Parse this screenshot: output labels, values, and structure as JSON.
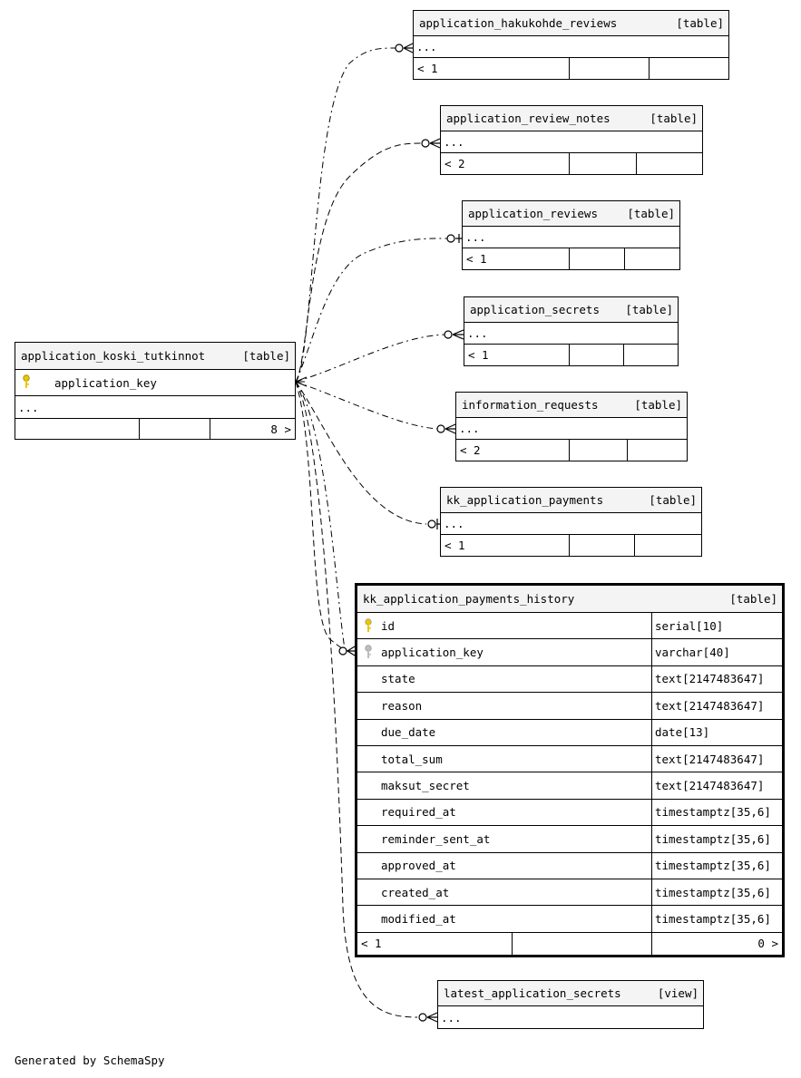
{
  "tables": {
    "koski": {
      "name": "application_koski_tutkinnot",
      "kind": "[table]",
      "key_column": "application_key",
      "more": "...",
      "children_count": "8 >"
    },
    "hakukohde_reviews": {
      "name": "application_hakukohde_reviews",
      "kind": "[table]",
      "more": "...",
      "parents": "< 1"
    },
    "review_notes": {
      "name": "application_review_notes",
      "kind": "[table]",
      "more": "...",
      "parents": "< 2"
    },
    "reviews": {
      "name": "application_reviews",
      "kind": "[table]",
      "more": "...",
      "parents": "< 1"
    },
    "secrets": {
      "name": "application_secrets",
      "kind": "[table]",
      "more": "...",
      "parents": "< 1"
    },
    "info_requests": {
      "name": "information_requests",
      "kind": "[table]",
      "more": "...",
      "parents": "< 2"
    },
    "payments": {
      "name": "kk_application_payments",
      "kind": "[table]",
      "more": "...",
      "parents": "< 1"
    },
    "history": {
      "name": "kk_application_payments_history",
      "kind": "[table]",
      "columns": [
        {
          "name": "id",
          "type": "serial[10]",
          "key": "primary"
        },
        {
          "name": "application_key",
          "type": "varchar[40]",
          "key": "foreign"
        },
        {
          "name": "state",
          "type": "text[2147483647]",
          "key": ""
        },
        {
          "name": "reason",
          "type": "text[2147483647]",
          "key": ""
        },
        {
          "name": "due_date",
          "type": "date[13]",
          "key": ""
        },
        {
          "name": "total_sum",
          "type": "text[2147483647]",
          "key": ""
        },
        {
          "name": "maksut_secret",
          "type": "text[2147483647]",
          "key": ""
        },
        {
          "name": "required_at",
          "type": "timestamptz[35,6]",
          "key": ""
        },
        {
          "name": "reminder_sent_at",
          "type": "timestamptz[35,6]",
          "key": ""
        },
        {
          "name": "approved_at",
          "type": "timestamptz[35,6]",
          "key": ""
        },
        {
          "name": "created_at",
          "type": "timestamptz[35,6]",
          "key": ""
        },
        {
          "name": "modified_at",
          "type": "timestamptz[35,6]",
          "key": ""
        }
      ],
      "parents": "< 1",
      "children": "0 >"
    },
    "latest_secrets": {
      "name": "latest_application_secrets",
      "kind": "[view]",
      "more": "..."
    }
  },
  "colors": {
    "primary_key": "#e8c800",
    "foreign_key": "#bdbdbd",
    "header_bg": "#f4f4f4"
  },
  "footer": "Generated by SchemaSpy"
}
